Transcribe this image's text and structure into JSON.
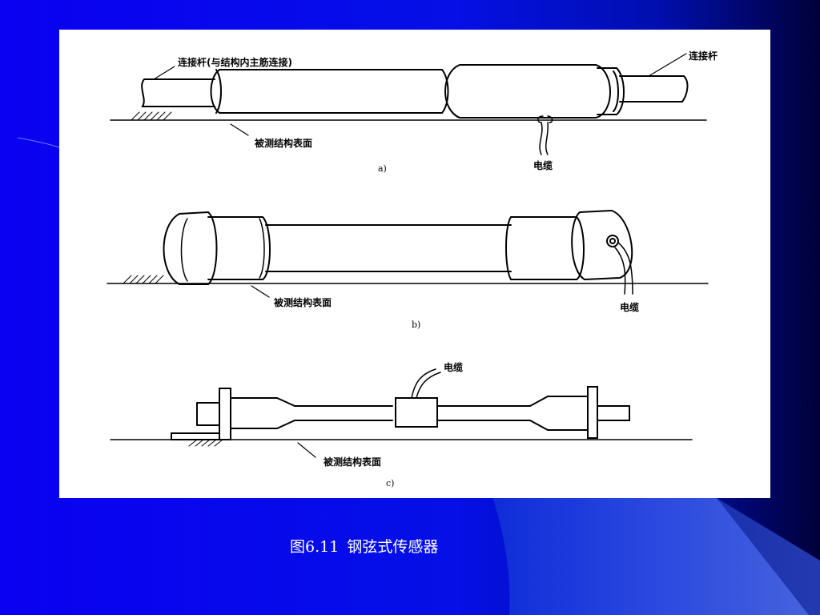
{
  "figure": {
    "diagram_a": {
      "connecting_rod_main_label": "连接杆(与结构内主筋连接)",
      "connecting_rod_label": "连接杆",
      "surface_label": "被测结构表面",
      "cable_label": "电缆",
      "sub_label": "a)"
    },
    "diagram_b": {
      "surface_label": "被测结构表面",
      "cable_label": "电缆",
      "sub_label": "b)"
    },
    "diagram_c": {
      "cable_label": "电缆",
      "surface_label": "被测结构表面",
      "sub_label": "c)"
    }
  },
  "caption": {
    "number": "图6.11",
    "title": "钢弦式传感器"
  },
  "colors": {
    "background": "#0000ff",
    "panel": "#ffffff",
    "dark_corner": "#000033",
    "light_wedge": "#3355dd"
  }
}
